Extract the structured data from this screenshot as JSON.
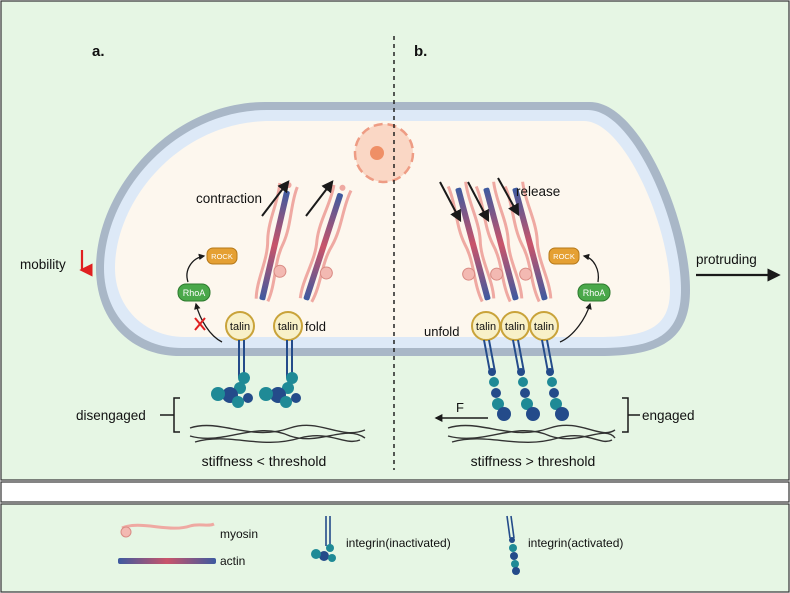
{
  "panels": {
    "a": {
      "tag": "a.",
      "caption": "stiffness < threshold"
    },
    "b": {
      "tag": "b.",
      "caption": "stiffness > threshold"
    }
  },
  "labels": {
    "contraction": "contraction",
    "release": "release",
    "mobility": "mobility",
    "protruding": "protruding",
    "rock": "ROCK",
    "rhoa": "RhoA",
    "talin": "talin",
    "fold": "fold",
    "unfold": "unfold",
    "disengaged": "disengaged",
    "engaged": "engaged",
    "force": "F"
  },
  "legend": {
    "myosin": "myosin",
    "actin": "actin",
    "integrin_inactivated": "integrin(inactivated)",
    "integrin_activated": "integrin(activated)"
  },
  "colors": {
    "background": "#e6f6e4",
    "membrane": "#a9b7c7",
    "membrane_inner": "#dde9f7",
    "cytoplasm": "#fdf7ee",
    "myosin": "#efa9a2",
    "actin": "#c9546a",
    "integrin": "#1f8a96",
    "integrin_dark": "#244b8a",
    "talin": "#f8f0c8",
    "talin_border": "#c9a33a",
    "rhoa": "#4aa84a",
    "rock": "#e5a033",
    "nucleus": "#f6bea4",
    "inhibit": "#e02020"
  }
}
